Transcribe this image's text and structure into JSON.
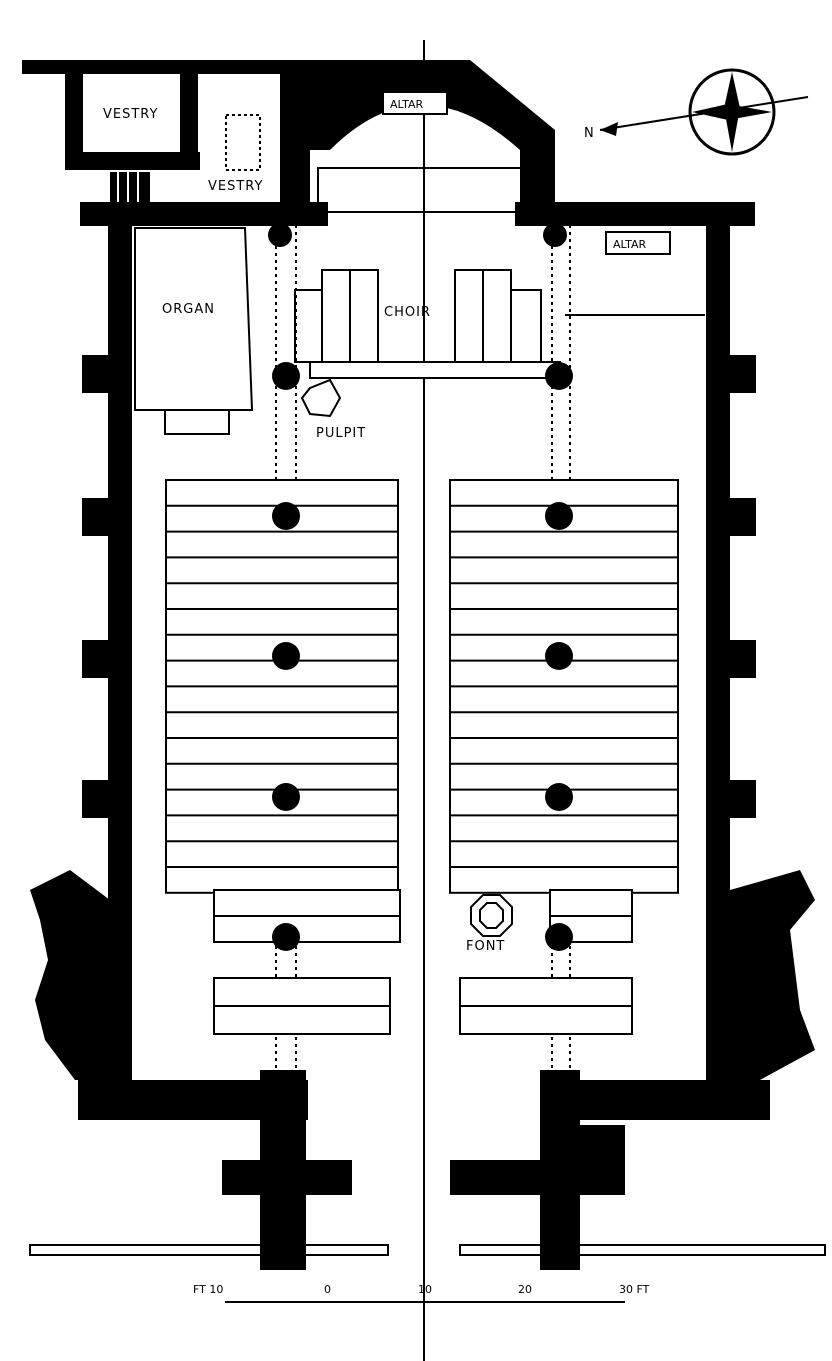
{
  "labels": {
    "vestry_1": "VESTRY",
    "vestry_2": "VESTRY",
    "altar_main": "ALTAR",
    "altar_side": "ALTAR",
    "organ": "ORGAN",
    "choir": "CHOIR",
    "pulpit": "PULPIT",
    "font": "FONT",
    "compass_n": "N"
  },
  "scale_bar": {
    "ticks": [
      "FT 10",
      "0",
      "10",
      "20",
      "30 FT"
    ]
  },
  "colors": {
    "ink": "#000000",
    "paper": "#ffffff"
  }
}
